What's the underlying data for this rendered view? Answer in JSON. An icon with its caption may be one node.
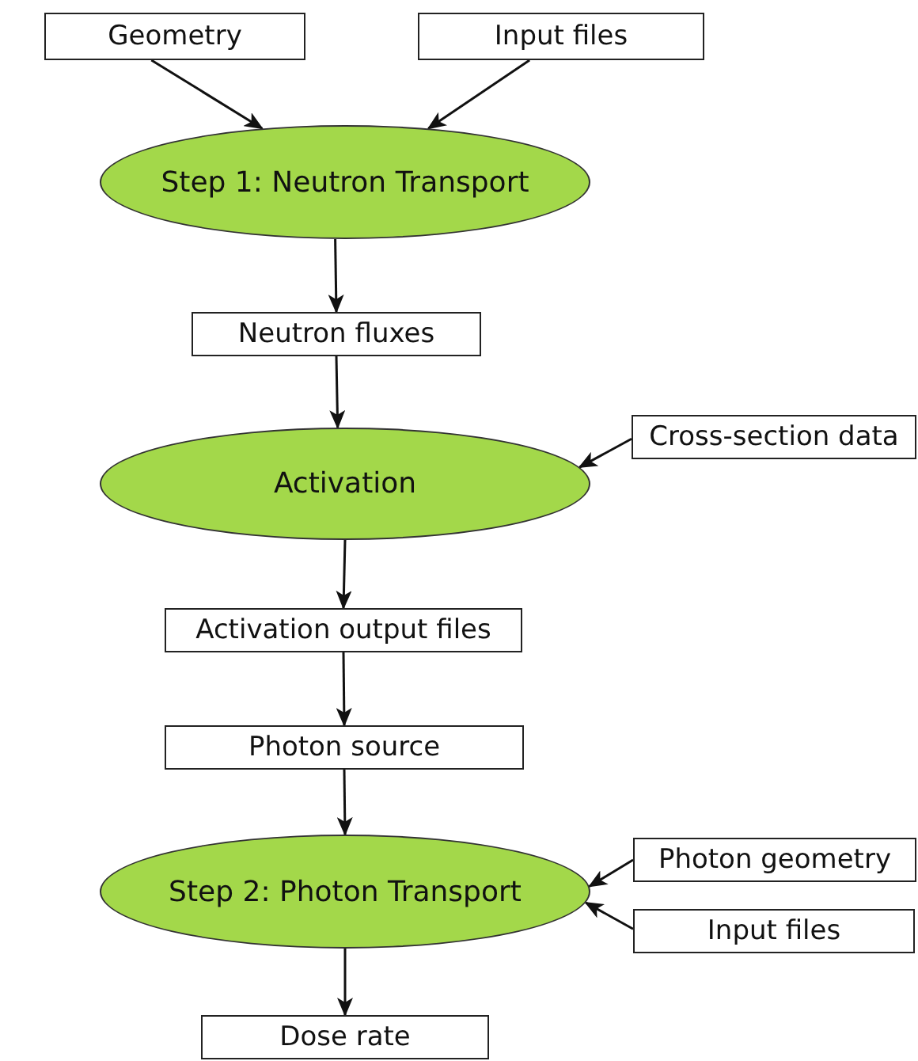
{
  "diagram": {
    "nodes": [
      {
        "text": [
          "Geometry"
        ]
      },
      {
        "text": [
          "Input files"
        ]
      },
      {
        "text": [
          "Step 1: Neutron Transport"
        ]
      },
      {
        "text": [
          "Neutron fluxes"
        ]
      },
      {
        "text": [
          "Activation"
        ]
      },
      {
        "text": [
          "Cross-section data"
        ]
      },
      {
        "text": [
          "Activation output files"
        ]
      },
      {
        "text": [
          "Photon source"
        ]
      },
      {
        "text": [
          "Step 2: Photon Transport"
        ]
      },
      {
        "text": [
          "Photon geometry"
        ]
      },
      {
        "text": [
          "Input files"
        ]
      },
      {
        "text": [
          "Dose rate"
        ]
      }
    ],
    "edges": [
      {
        "from": 0,
        "to": 2,
        "arrow": "to"
      },
      {
        "from": 1,
        "to": 2,
        "arrow": "to"
      },
      {
        "from": 2,
        "to": 3,
        "arrow": "to"
      },
      {
        "from": 3,
        "to": 4,
        "arrow": "to"
      },
      {
        "from": 5,
        "to": 4,
        "arrow": "to"
      },
      {
        "from": 4,
        "to": 6,
        "arrow": "to"
      },
      {
        "from": 6,
        "to": 7,
        "arrow": "to"
      },
      {
        "from": 7,
        "to": 8,
        "arrow": "to"
      },
      {
        "from": 9,
        "to": 8,
        "arrow": "to"
      },
      {
        "from": 10,
        "to": 8,
        "arrow": "to"
      },
      {
        "from": 8,
        "to": 11,
        "arrow": "to"
      }
    ]
  }
}
